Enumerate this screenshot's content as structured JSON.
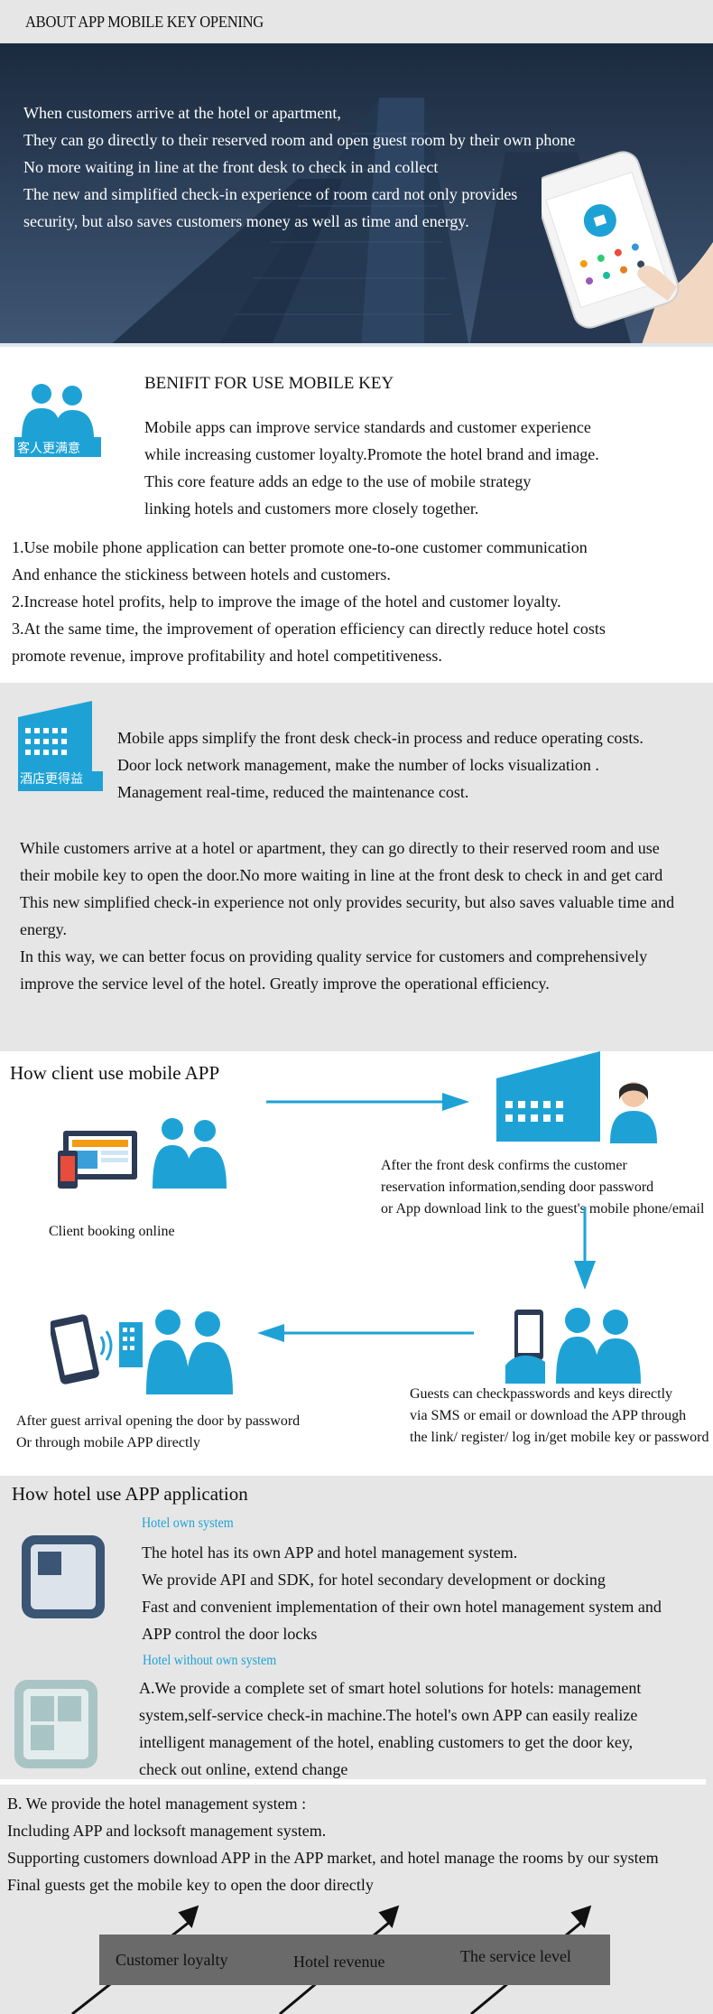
{
  "header": {
    "title": "ABOUT APP MOBILE KEY OPENING"
  },
  "hero": {
    "lines": [
      "When customers arrive at the hotel or apartment,",
      "They can go directly to their reserved room and  open guest room by their own phone",
      "No more waiting in line at the front desk to check in and collect",
      "The new and simplified check-in experience of room card not only provides",
      "security, but also saves customers money  as well as time and energy."
    ]
  },
  "benefit": {
    "badge": "客人更满意",
    "title": "BENIFIT FOR USE MOBILE KEY",
    "intro": [
      "Mobile apps can improve service standards and customer experience",
      "while increasing customer loyalty.Promote the hotel brand and image.",
      "This core feature adds an edge to the use of mobile strategy",
      "linking hotels and customers more closely together."
    ],
    "points": [
      "1.Use mobile phone application can better promote one-to-one customer communication",
      "And enhance the stickiness between hotels and customers.",
      "2.Increase hotel profits, help to improve the image of the hotel and customer loyalty.",
      "3.At the same time, the improvement of operation efficiency can directly reduce hotel costs",
      "promote revenue, improve profitability and hotel competitiveness."
    ]
  },
  "cost": {
    "badge": "酒店更得益",
    "intro": [
      "Mobile apps simplify the front desk check-in process and reduce operating costs.",
      "Door lock network management, make the number of locks visualization .",
      "Management real-time, reduced the maintenance cost."
    ],
    "body": [
      "While customers arrive at a hotel or apartment, they can go directly to their reserved room and use",
      "their mobile key to open the door.No more waiting in line at the front desk to check in and get card",
      "This new simplified check-in experience not only provides security, but also saves valuable time and",
      "energy.",
      "In this way, we can better focus on providing quality service for customers and comprehensively",
      "improve the service level of the hotel. Greatly improve the operational efficiency."
    ]
  },
  "how": {
    "title": "How client use mobile APP",
    "step1": "Client booking online",
    "step2": [
      "After the front desk confirms the customer",
      "reservation information,sending door password",
      "or App download link to the guest's mobile phone/email"
    ],
    "step3": [
      "Guests can checkpasswords and keys directly",
      "via SMS or email or download the APP through",
      "the link/ register/ log in/get mobile key or password"
    ],
    "step4": [
      "After guest arrival opening the door by password",
      "Or through mobile APP directly"
    ]
  },
  "hotel": {
    "title": "How hotel use APP application",
    "own_label": "Hotel own system",
    "own_lines": [
      "The hotel has its own APP and hotel management system.",
      "We provide API and SDK, for hotel secondary development or docking",
      "Fast and convenient implementation of their own hotel management system and",
      "APP control the door locks"
    ],
    "without_label": "Hotel without own system",
    "without_lines": [
      "A.We provide a complete set of smart hotel solutions for hotels: management",
      "system,self-service check-in machine.The hotel's own APP can easily realize",
      "intelligent management of the hotel, enabling customers to get the door key,",
      "check out online, extend change"
    ],
    "b_lines": [
      "B. We provide the hotel management system :",
      "Including APP and locksoft management system.",
      "Supporting customers download APP in the APP market, and hotel manage the rooms by our system",
      "Final guests get the mobile key to open the door directly"
    ],
    "outcomes": [
      "Customer loyalty",
      "Hotel revenue",
      "The service level"
    ]
  },
  "colors": {
    "accent": "#1ea2d6",
    "dark_navy": "#1b2a3e",
    "gray_band": "#e6e6e6",
    "bar": "#6a6a6a"
  }
}
